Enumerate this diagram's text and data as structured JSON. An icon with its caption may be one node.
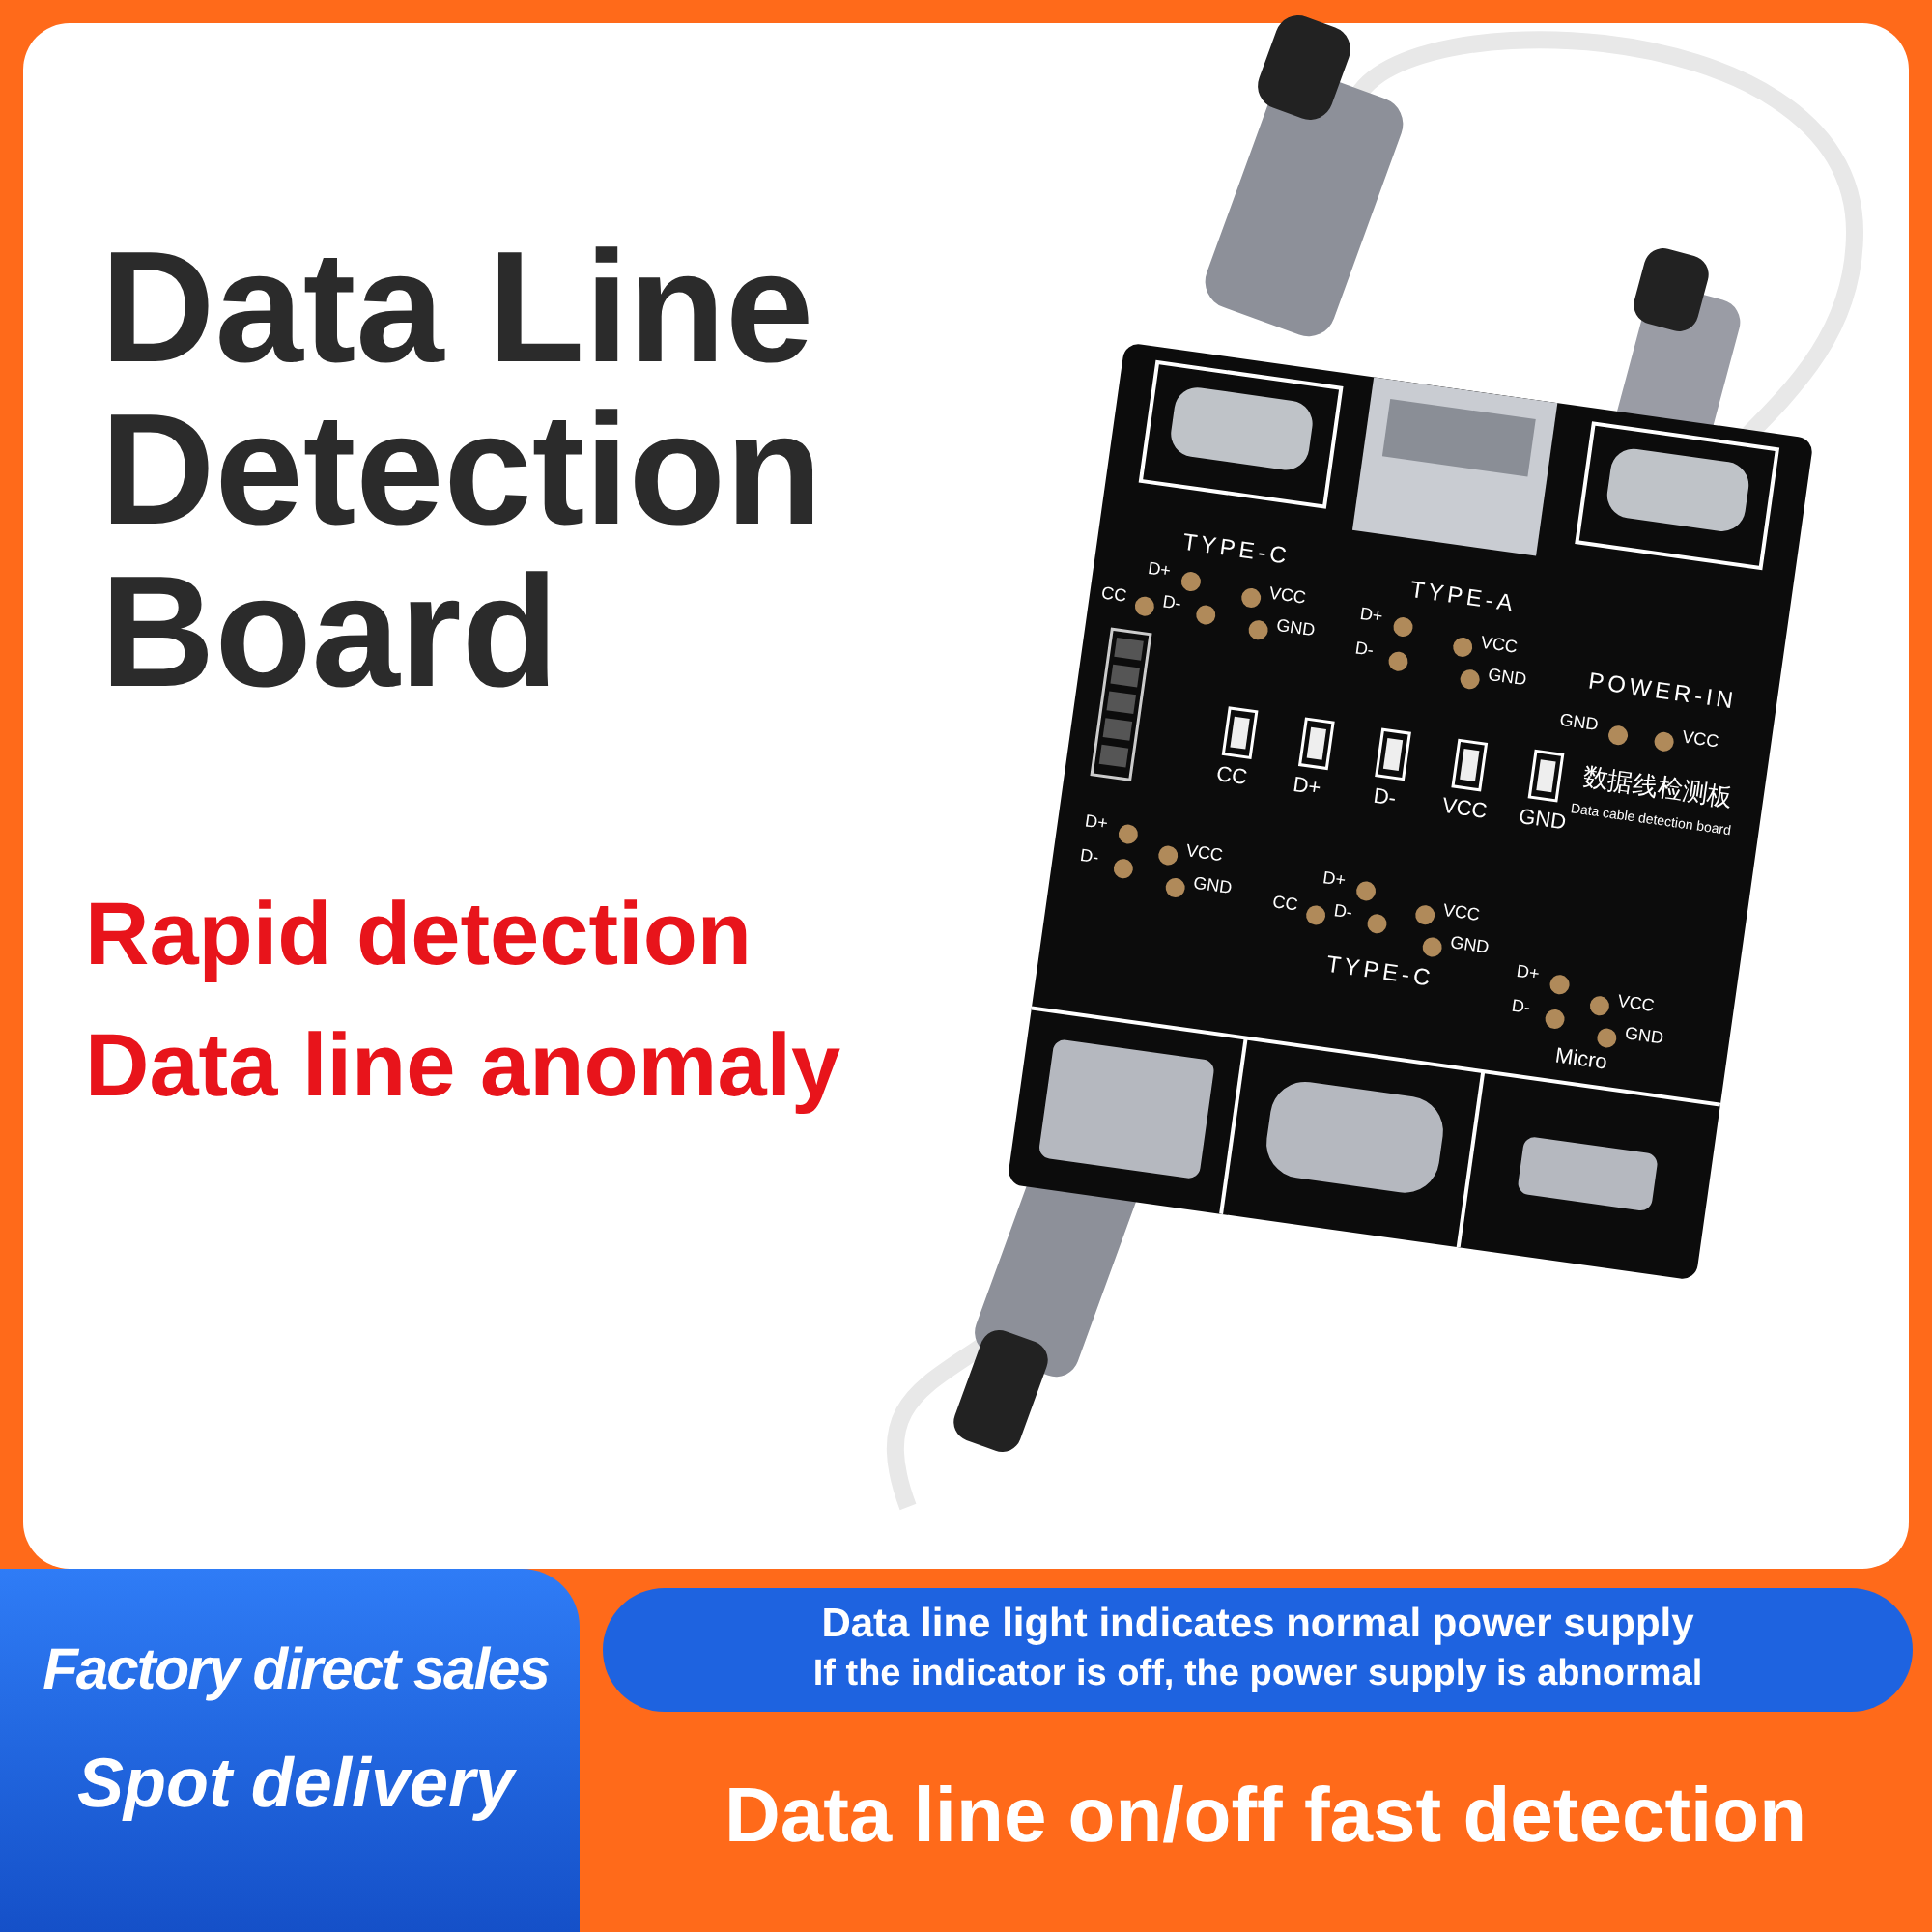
{
  "diagram": {
    "title": "Data Line Detection Board",
    "labels": [
      "Rapid detection",
      "Data line anomaly",
      "TYPE-C",
      "D+",
      "CC",
      "D-",
      "VCC",
      "GND",
      "TYPE-A",
      "D+",
      "D-",
      "VCC",
      "GND",
      "POWER-IN",
      "GND",
      "VCC",
      "CC",
      "D+",
      "D-",
      "VCC",
      "GND",
      "数据线检测板",
      "Data cable detection board",
      "D+",
      "D-",
      "VCC",
      "GND",
      "D+",
      "CC",
      "D-",
      "VCC",
      "GND",
      "TYPE-C",
      "D+",
      "D-",
      "VCC",
      "GND",
      "Micro",
      "Data line light indicates normal power supply",
      "If the indicator is off, the power supply is abnormal",
      "Factory direct sales",
      "Spot delivery",
      "Data line on/off fast detection"
    ]
  }
}
